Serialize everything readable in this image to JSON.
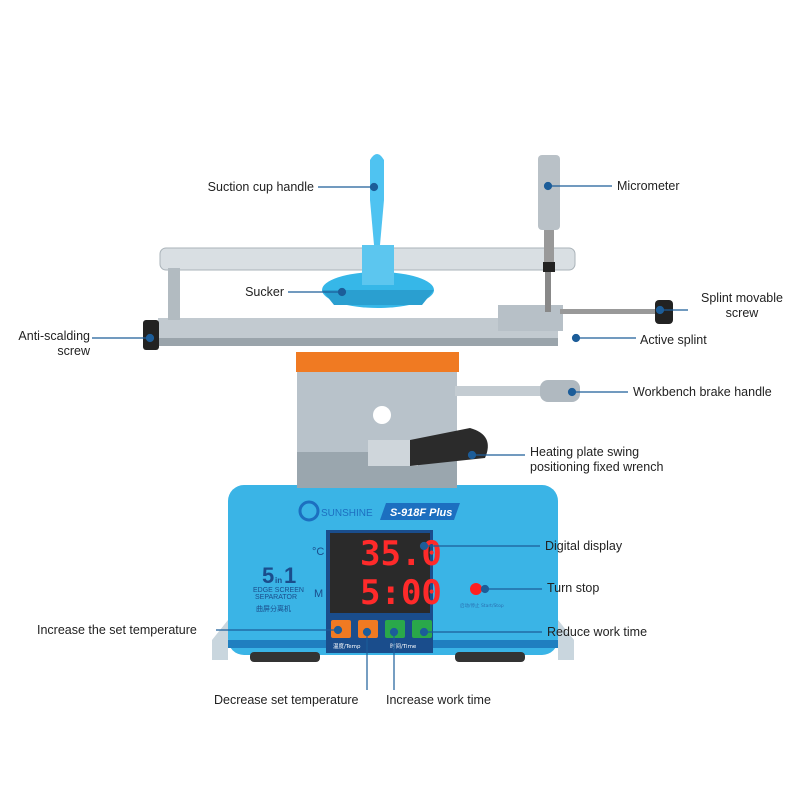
{
  "labels": {
    "suction_cup_handle": "Suction cup handle",
    "micrometer": "Micrometer",
    "sucker": "Sucker",
    "splint_movable_screw_1": "Splint movable",
    "splint_movable_screw_2": "screw",
    "anti_scalding_1": "Anti-scalding",
    "anti_scalding_2": "screw",
    "active_splint": "Active splint",
    "workbench_brake_handle": "Workbench brake handle",
    "heating_plate_1": "Heating plate swing",
    "heating_plate_2": "positioning fixed wrench",
    "digital_display": "Digital display",
    "turn_stop": "Turn stop",
    "increase_set_temperature": "Increase the set temperature",
    "reduce_work_time": "Reduce work time",
    "decrease_set_temperature": "Decrease set temperature",
    "increase_work_time": "Increase work time"
  },
  "device": {
    "brand": "SUNSHINE",
    "model": "S-918F Plus",
    "temp_unit": "°C",
    "time_unit": "M",
    "display_temp": "35.0",
    "display_time": "5:00",
    "badge_big": "5",
    "badge_in": "in",
    "badge_one": "1",
    "subtitle_1": "EDGE SCREEN",
    "subtitle_2": "SEPARATOR",
    "subtitle_cn": "曲屏分离机",
    "start_stop": "启动/停止 Start/Stop",
    "temp_btn_label": "温度/Temp",
    "time_btn_label": "时间/Time"
  },
  "colors": {
    "body": "#3ab4e6",
    "leader": "#1c5d99",
    "accent_orange": "#f07a22",
    "accent_green": "#2aa84a"
  }
}
